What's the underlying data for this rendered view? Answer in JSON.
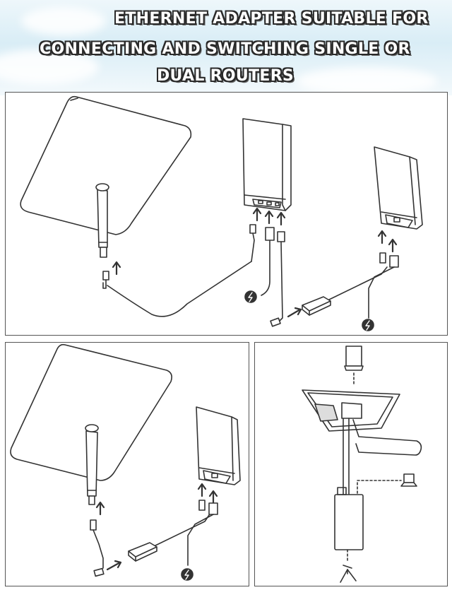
{
  "header": {
    "title_line1": "ETHERNET ADAPTER SUITABLE FOR",
    "title_line2": "CONNECTING AND SWITCHING SINGLE OR",
    "title_line3": "DUAL ROUTERS"
  },
  "colors": {
    "line": "#333333",
    "panel_border": "#555555",
    "title_fill": "#ffffff",
    "title_outline": "#2a2a2a",
    "sky": "#d9edf6"
  },
  "icons": [
    "satellite-dish-icon",
    "router-icon",
    "power-bolt-icon",
    "ethernet-adapter-icon",
    "laptop-icon",
    "wifi-antenna-icon",
    "arrow-up-icon"
  ]
}
